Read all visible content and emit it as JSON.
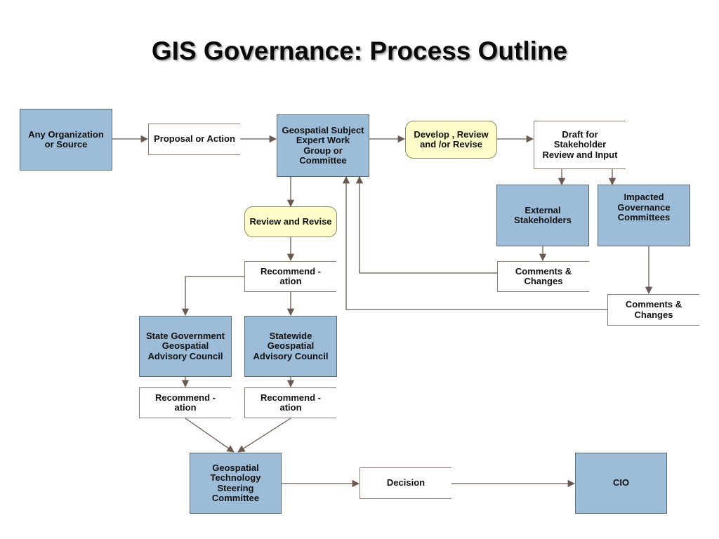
{
  "title": "GIS Governance: Process Outline",
  "nodes": {
    "any_org": "Any Organization or Source",
    "proposal": "Proposal or Action",
    "work_group": "Geospatial Subject Expert Work Group or Committee",
    "develop": "Develop , Review and /or Revise",
    "draft": "Draft for Stakeholder Review and Input",
    "external": "External Stakeholders",
    "impacted": "Impacted Governance Committees",
    "review_revise": "Review and Revise",
    "recommend_main": "Recommend - ation",
    "comments_ext": "Comments  & Changes",
    "comments_imp": "Comments  & Changes",
    "state_council": "State Government Geospatial Advisory Council",
    "statewide_council": "Statewide Geospatial Advisory Council",
    "recommend_state": "Recommend - ation",
    "recommend_statewide": "Recommend - ation",
    "steering": "Geospatial Technology Steering Committee",
    "decision": "Decision",
    "cio": "CIO"
  },
  "colors": {
    "box_fill": "#9dbcd8",
    "soft_fill": "#fefcc9",
    "connector": "#6b5a52"
  }
}
